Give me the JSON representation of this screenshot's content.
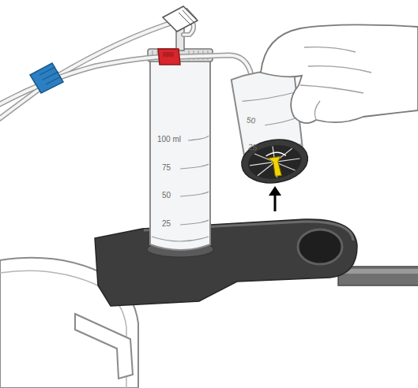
{
  "diagram": {
    "labels": [
      "100 ml",
      "75",
      "50",
      "25",
      "50",
      "25"
    ]
  }
}
